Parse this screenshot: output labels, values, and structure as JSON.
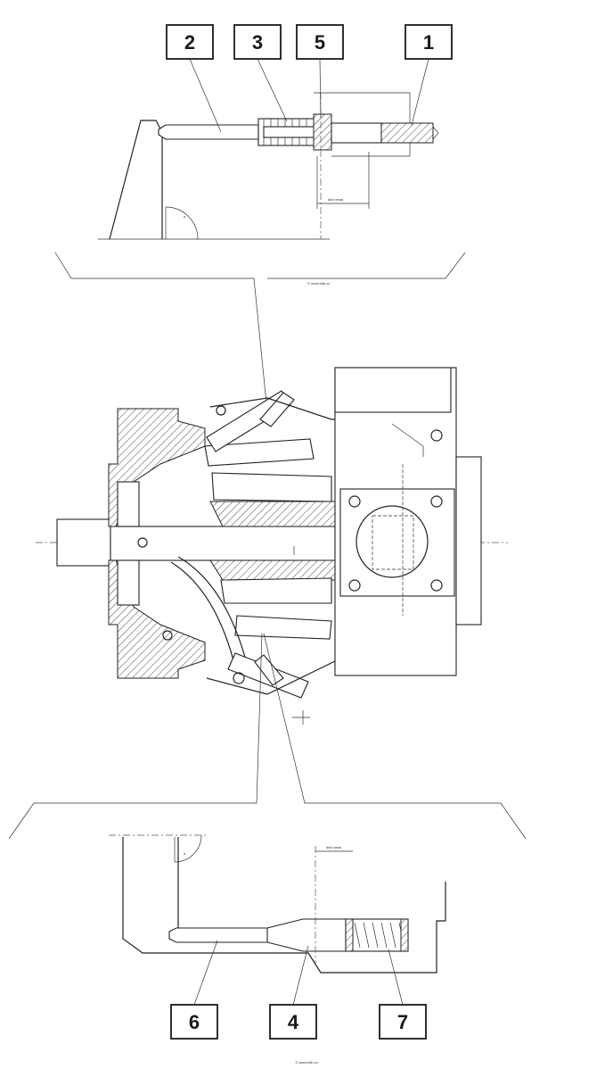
{
  "callouts": {
    "c1": "1",
    "c2": "2",
    "c3": "3",
    "c4": "4",
    "c5": "5",
    "c6": "6",
    "c7": "7"
  },
  "small_text": {
    "top_dim": "dist meas",
    "center_note": "© www.hdb.xx",
    "bottom_dim": "dist meas",
    "footer": "© www.hdb.xx"
  }
}
